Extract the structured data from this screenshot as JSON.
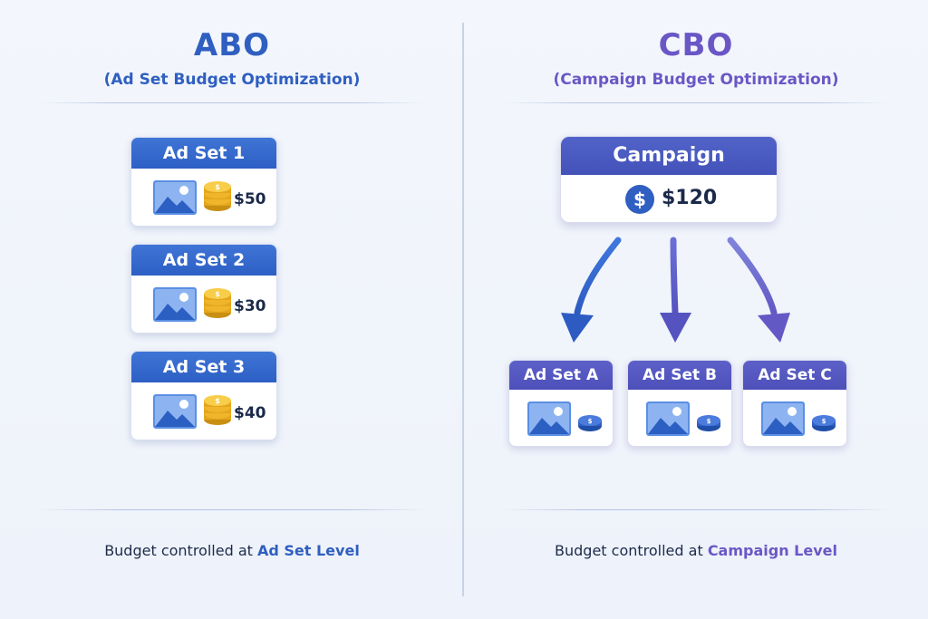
{
  "abo": {
    "title": "ABO",
    "subtitle": "(Ad Set Budget Optimization)",
    "ad_sets": [
      {
        "label": "Ad Set 1",
        "budget": "$50"
      },
      {
        "label": "Ad Set 2",
        "budget": "$30"
      },
      {
        "label": "Ad Set 3",
        "budget": "$40"
      }
    ],
    "footer_prefix": "Budget controlled at ",
    "footer_emphasis": "Ad Set Level"
  },
  "cbo": {
    "title": "CBO",
    "subtitle": "(Campaign Budget Optimization)",
    "campaign": {
      "label": "Campaign",
      "budget": "$120",
      "currency_symbol": "$"
    },
    "ad_sets": [
      {
        "label": "Ad Set A"
      },
      {
        "label": "Ad Set B"
      },
      {
        "label": "Ad Set C"
      }
    ],
    "footer_prefix": "Budget controlled at ",
    "footer_emphasis": "Campaign Level"
  },
  "colors": {
    "abo_accent": "#2f5fc0",
    "cbo_accent": "#6a57c5",
    "coin_gold": "#f0b52a",
    "coin_blue": "#2f5fc0"
  },
  "icons": [
    "image-icon",
    "coin-stack-icon",
    "dollar-icon",
    "coin-icon",
    "arrow-down-icon"
  ]
}
